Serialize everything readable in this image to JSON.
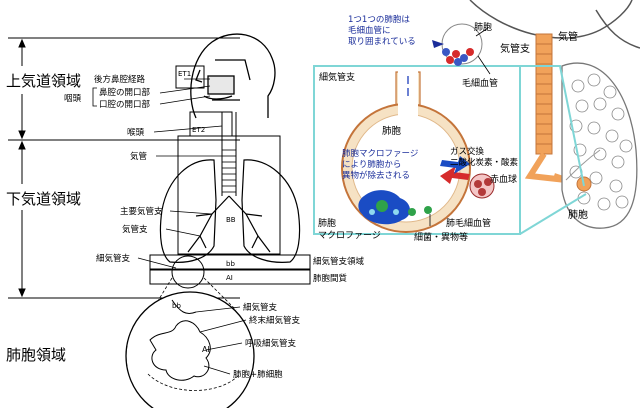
{
  "left": {
    "regions": {
      "upper": "上気道領域",
      "lower": "下気道領域",
      "alveolar": "肺胞領域"
    },
    "labels": {
      "posterior_nasal": "後方鼻腔経路",
      "pharynx": "咽頭",
      "nasal_opening": "鼻腔の開口部",
      "oral_opening": "口腔の開口部",
      "larynx": "喉頭",
      "trachea": "気管",
      "main_bronchus": "主要気管支",
      "bronchus": "気管支",
      "bronchiole": "細気管支",
      "bronchiole_region": "細気管支領域",
      "interstitium": "肺胞間質",
      "terminal_bronchiole": "終末細気管支",
      "respiratory_bronchiole": "呼吸細気管支",
      "alveoli": "肺胞+肺細胞"
    },
    "codes": {
      "et1": "ET1",
      "et2": "ET2",
      "bb": "BB",
      "bb_small": "bb",
      "ai": "AI",
      "bb_circle": "bb",
      "ai_circle": "AI"
    }
  },
  "right": {
    "callout": "1つ1つの肺胞は\n毛細血管に\n取り囲まれている",
    "labels": {
      "alveolus_top": "肺胞",
      "capillary_top": "毛細血管",
      "bronchiole": "細気管支",
      "alveolus_center": "肺胞",
      "macrophage_note": "肺胞マクロファージ\nにより肺胞から\n異物が除去される",
      "gas_exchange": "ガス交換\n二酸化炭素・酸素",
      "rbc": "赤血球",
      "capillary_bottom": "肺毛細血管",
      "macrophage": "肺胞\nマクロファージ",
      "bacteria": "細菌・異物等",
      "bronchus": "気管支",
      "trachea": "気管",
      "alveolus_lung": "肺胞"
    }
  }
}
